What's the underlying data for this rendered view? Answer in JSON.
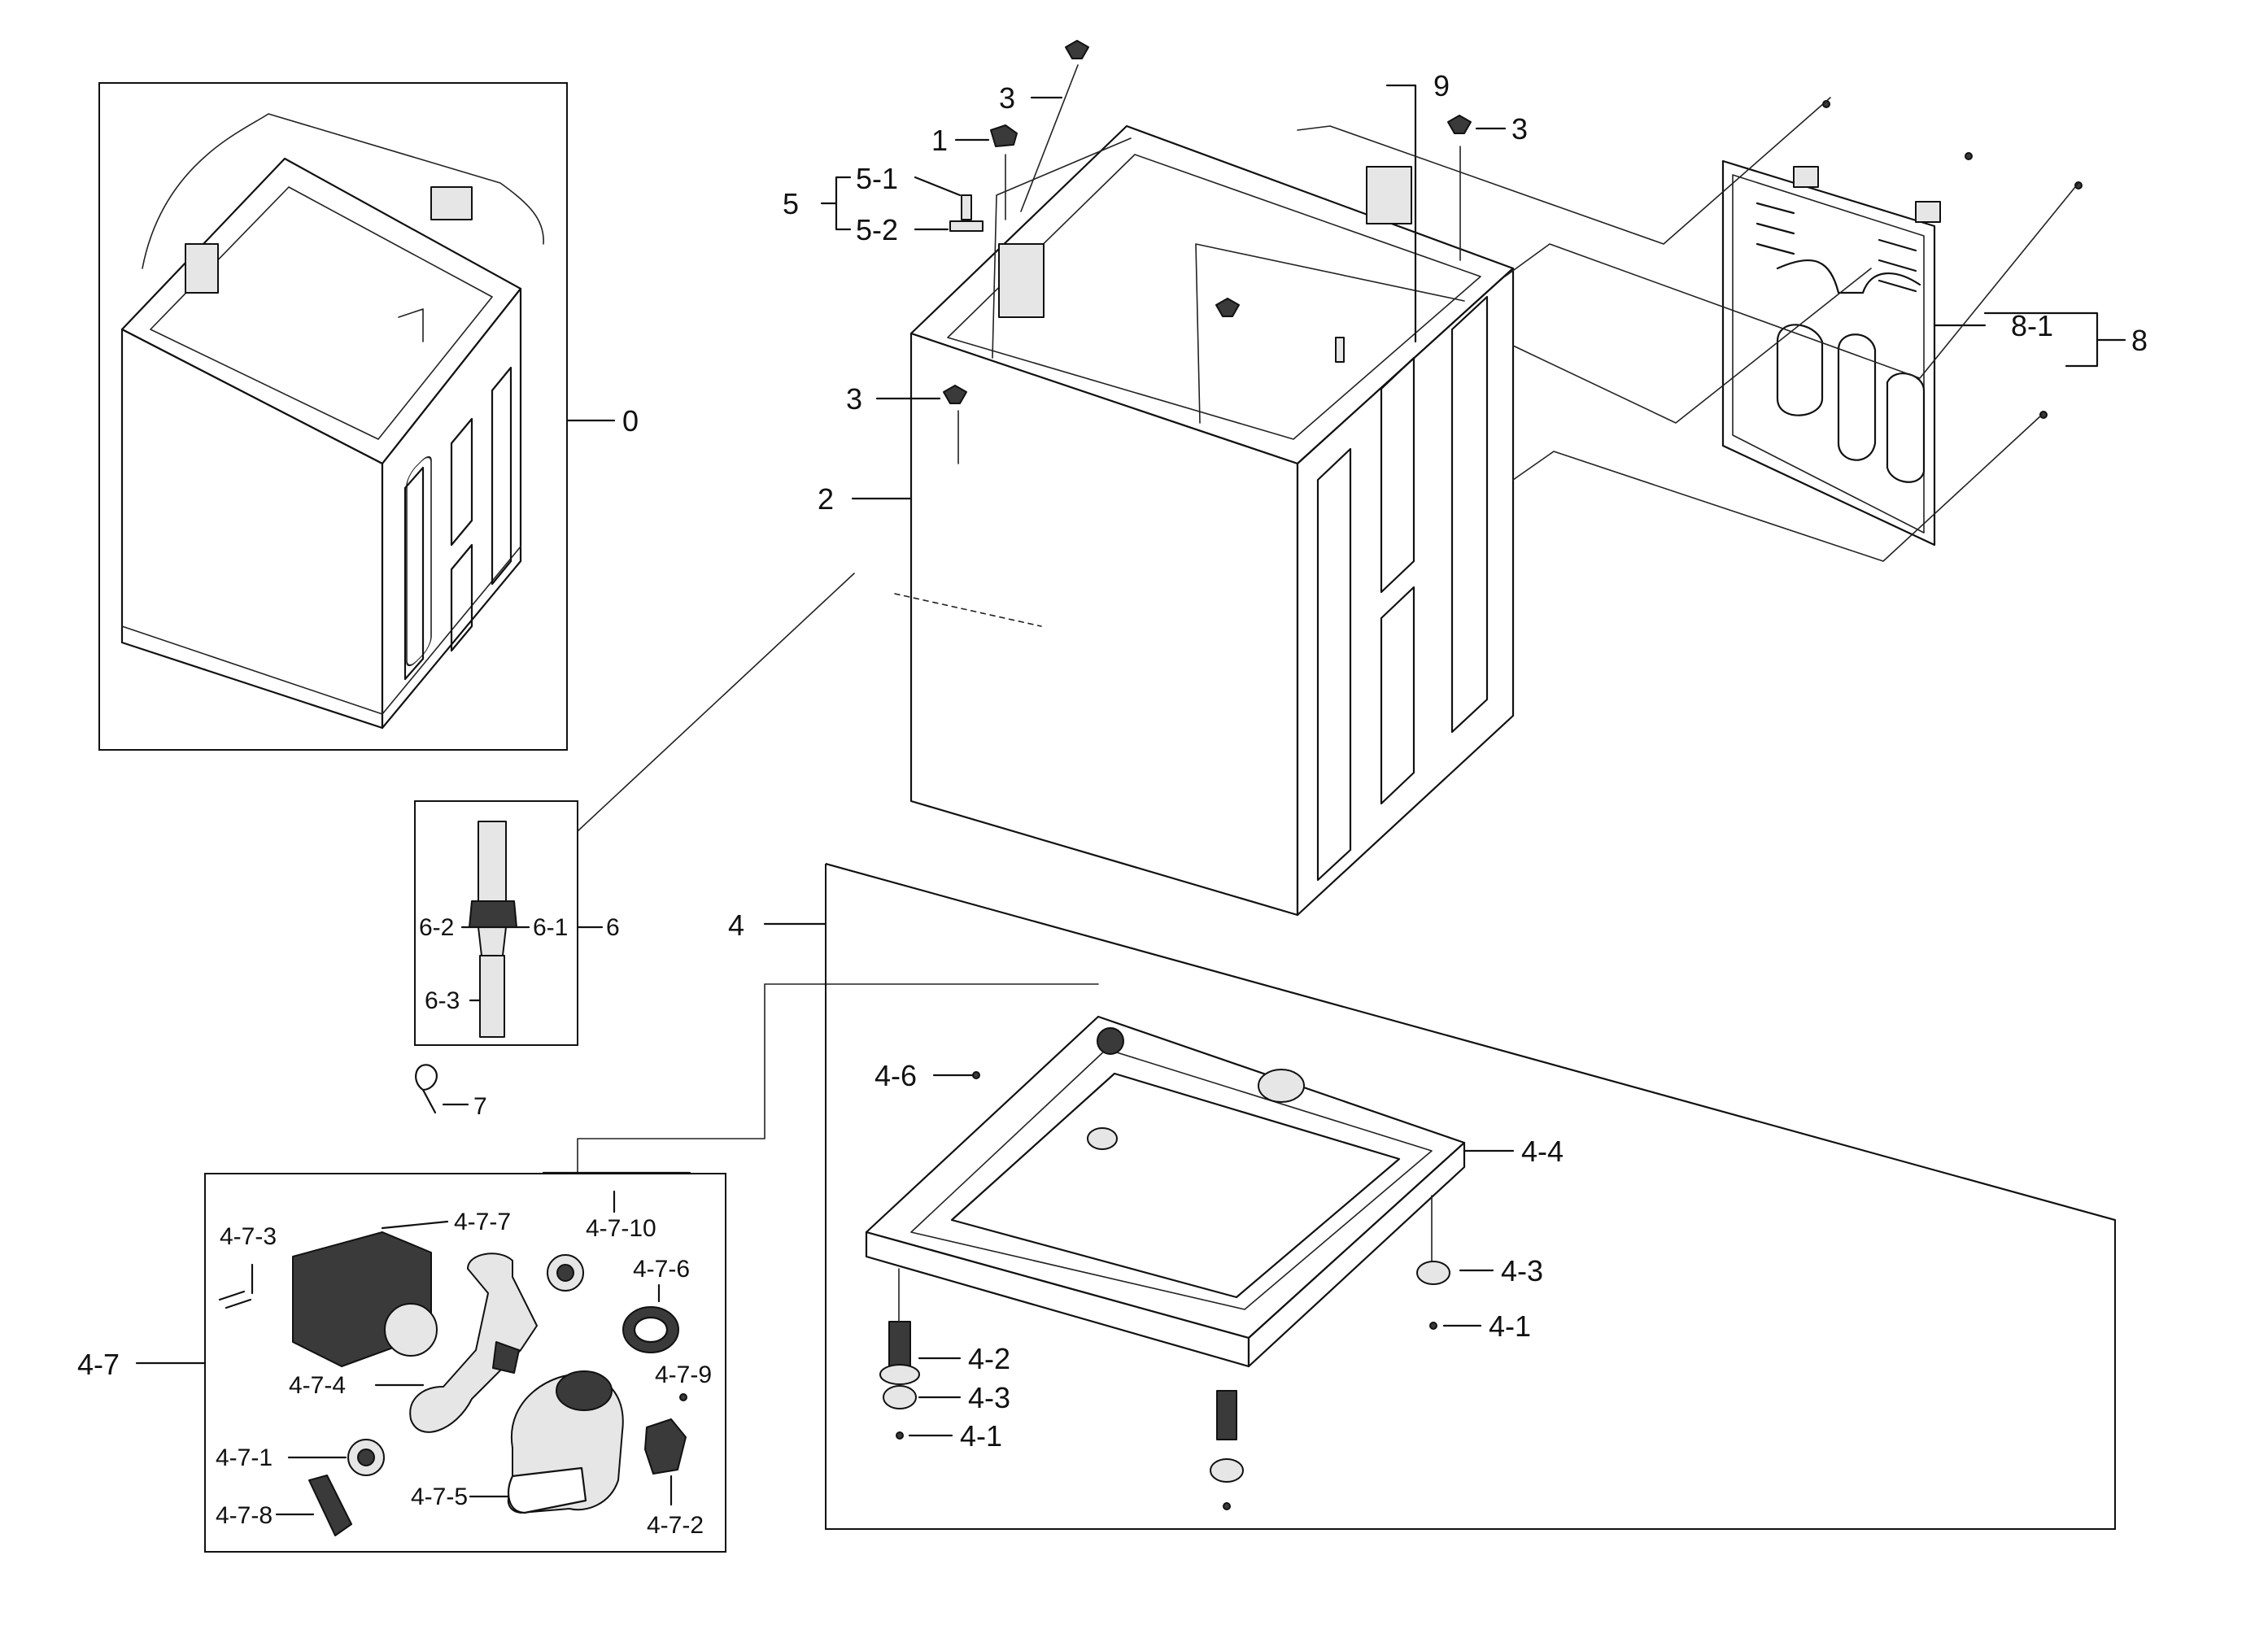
{
  "labels": {
    "p0": "0",
    "p1": "1",
    "p2": "2",
    "p3a": "3",
    "p3b": "3",
    "p3c": "3",
    "p4": "4",
    "p4_1a": "4-1",
    "p4_1b": "4-1",
    "p4_2": "4-2",
    "p4_3a": "4-3",
    "p4_3b": "4-3",
    "p4_4": "4-4",
    "p4_6": "4-6",
    "p4_7": "4-7",
    "p4_7_1": "4-7-1",
    "p4_7_2": "4-7-2",
    "p4_7_3": "4-7-3",
    "p4_7_4": "4-7-4",
    "p4_7_5": "4-7-5",
    "p4_7_6": "4-7-6",
    "p4_7_7": "4-7-7",
    "p4_7_8": "4-7-8",
    "p4_7_9": "4-7-9",
    "p4_7_10": "4-7-10",
    "p5": "5",
    "p5_1": "5-1",
    "p5_2": "5-2",
    "p6": "6",
    "p6_1": "6-1",
    "p6_2": "6-2",
    "p6_3": "6-3",
    "p7": "7",
    "p8": "8",
    "p8_1": "8-1",
    "p9": "9"
  }
}
